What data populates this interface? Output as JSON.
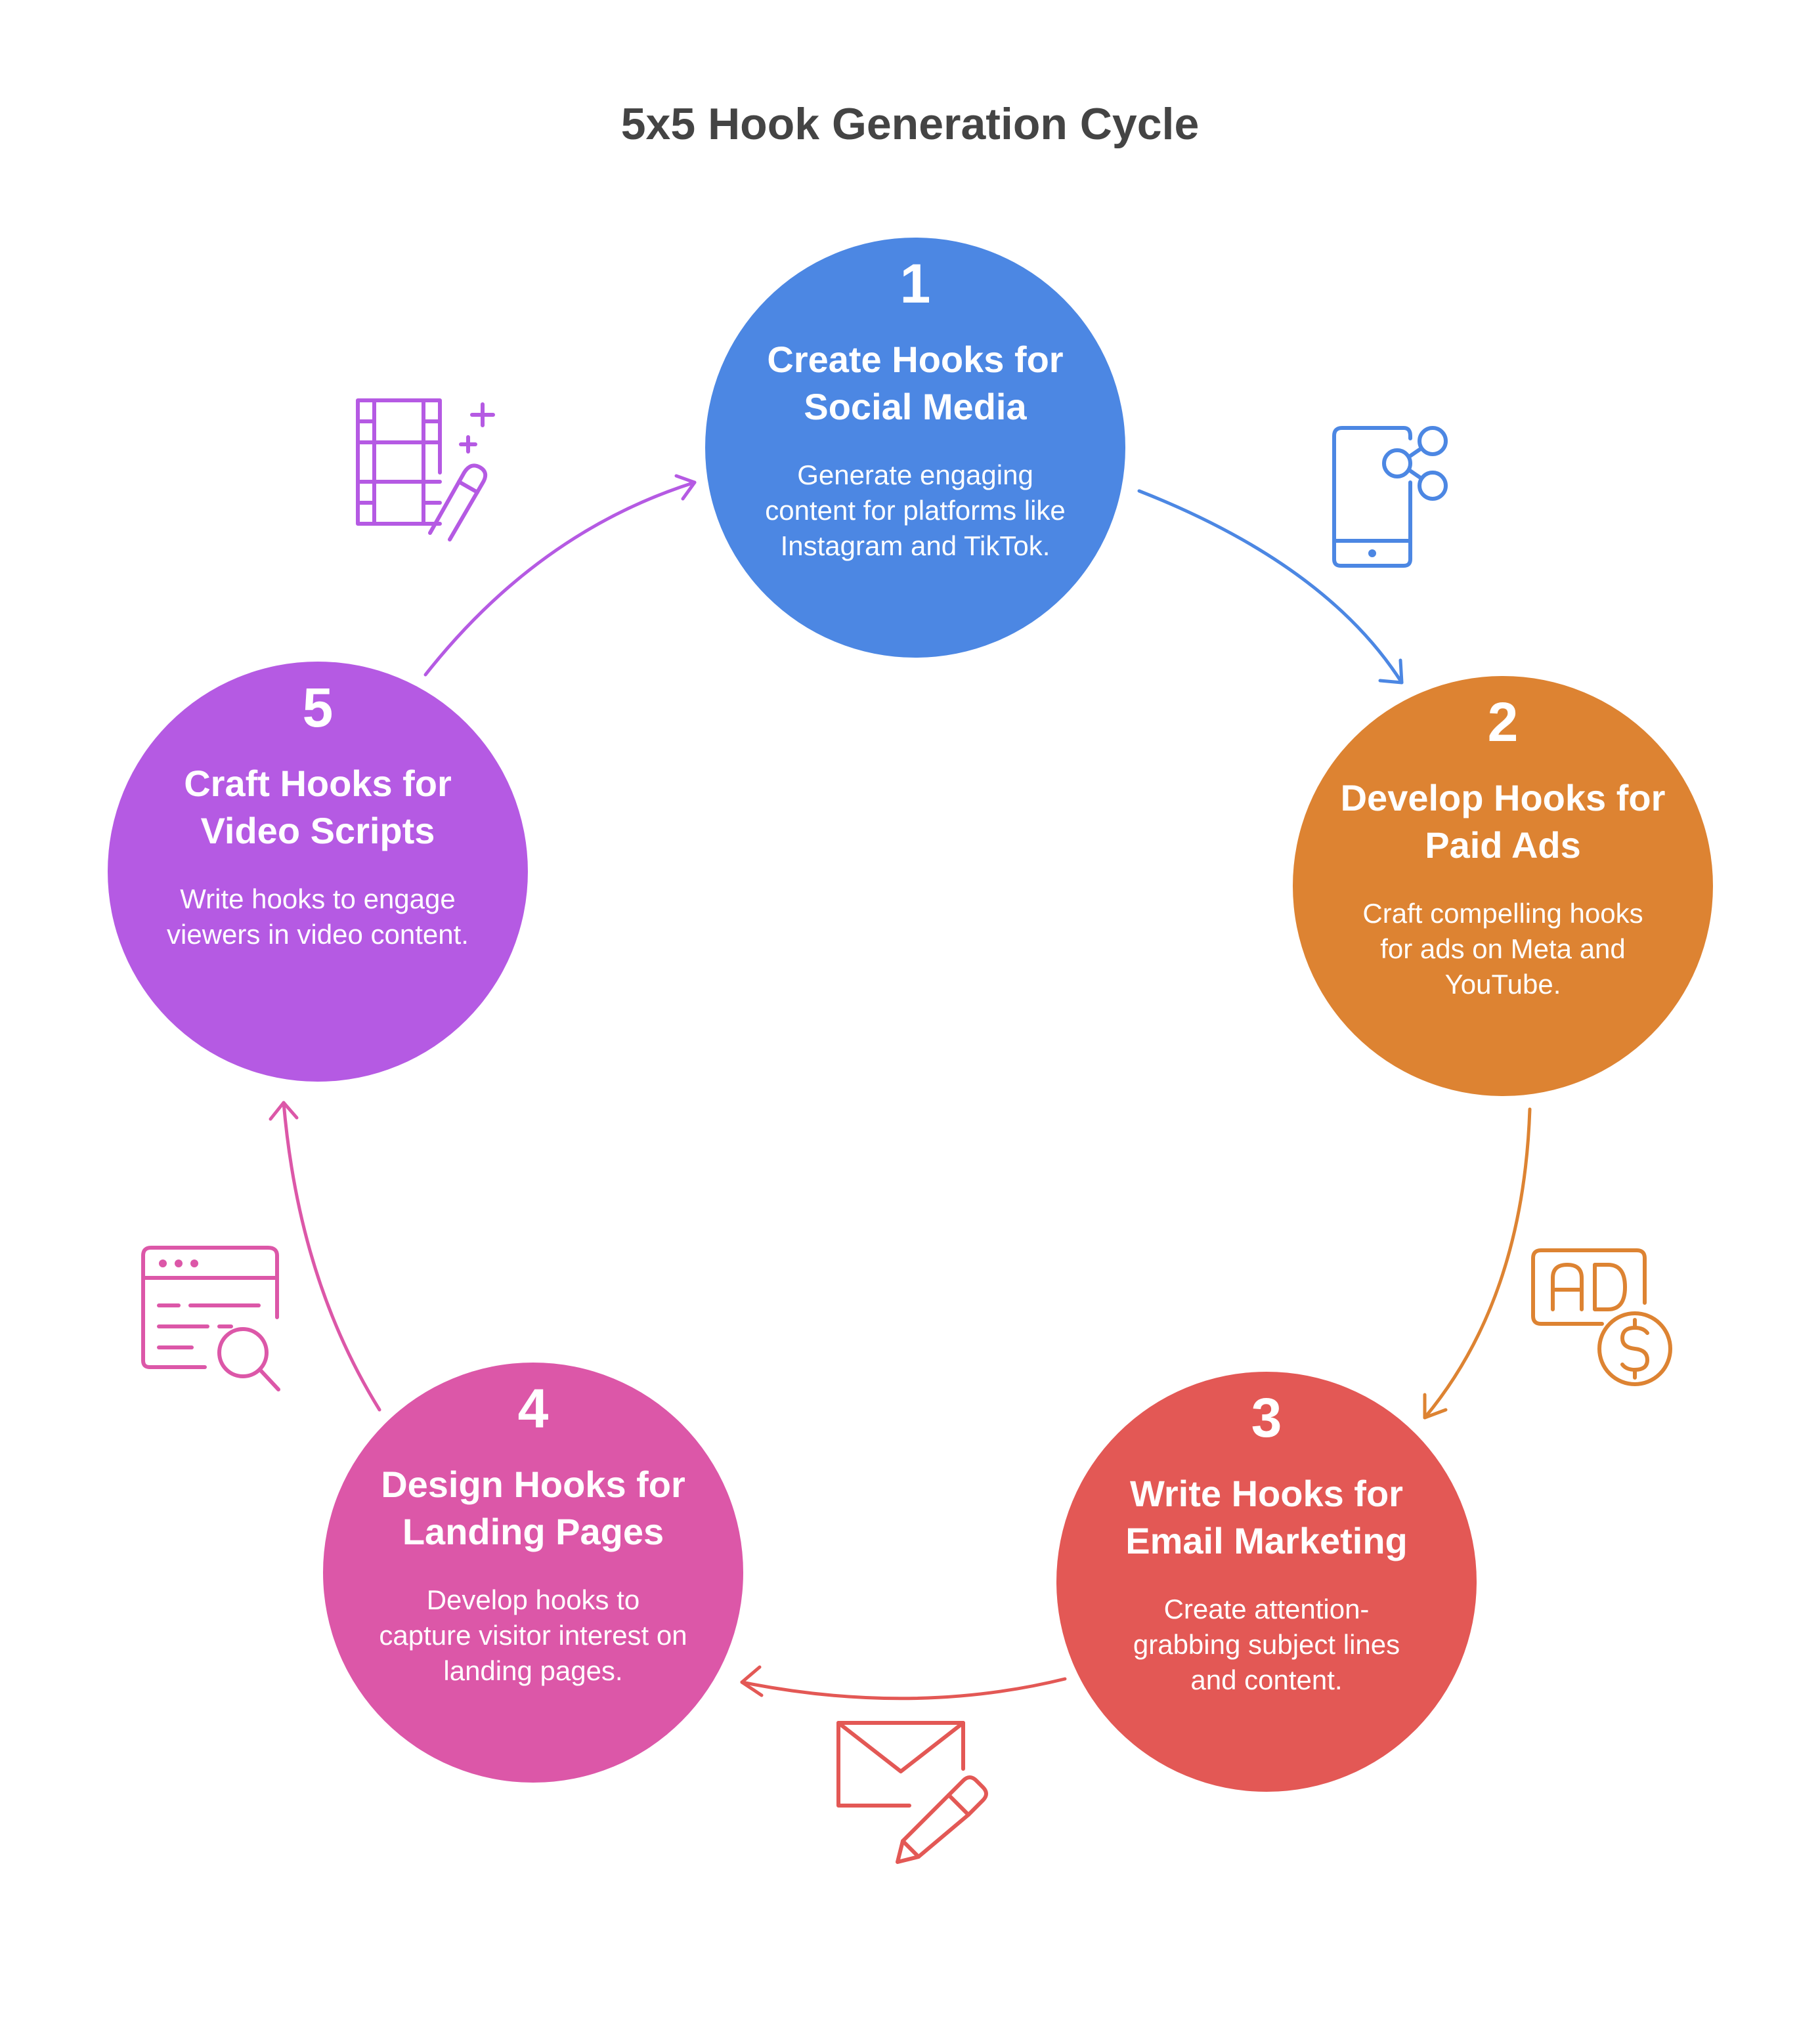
{
  "title": "5x5 Hook Generation Cycle",
  "colors": {
    "step1": "#4C87E3",
    "step2": "#DD8332",
    "step3": "#E35855",
    "step4": "#DC57A8",
    "step5": "#B55AE3"
  },
  "steps": [
    {
      "number": "1",
      "title": "Create Hooks for Social Media",
      "description": "Generate engaging content for platforms like Instagram and TikTok.",
      "icon": "smartphone-share-icon"
    },
    {
      "number": "2",
      "title": "Develop Hooks for Paid Ads",
      "description": "Craft compelling hooks for ads on Meta and YouTube.",
      "icon": "ad-dollar-icon"
    },
    {
      "number": "3",
      "title": "Write Hooks for Email Marketing",
      "description": "Create attention-grabbing subject lines and content.",
      "icon": "envelope-pencil-icon"
    },
    {
      "number": "4",
      "title": "Design Hooks for Landing Pages",
      "description": "Develop hooks to capture visitor interest on landing pages.",
      "icon": "webpage-search-icon"
    },
    {
      "number": "5",
      "title": "Craft Hooks for Video Scripts",
      "description": "Write hooks to engage viewers in video content.",
      "icon": "film-wand-icon"
    }
  ]
}
